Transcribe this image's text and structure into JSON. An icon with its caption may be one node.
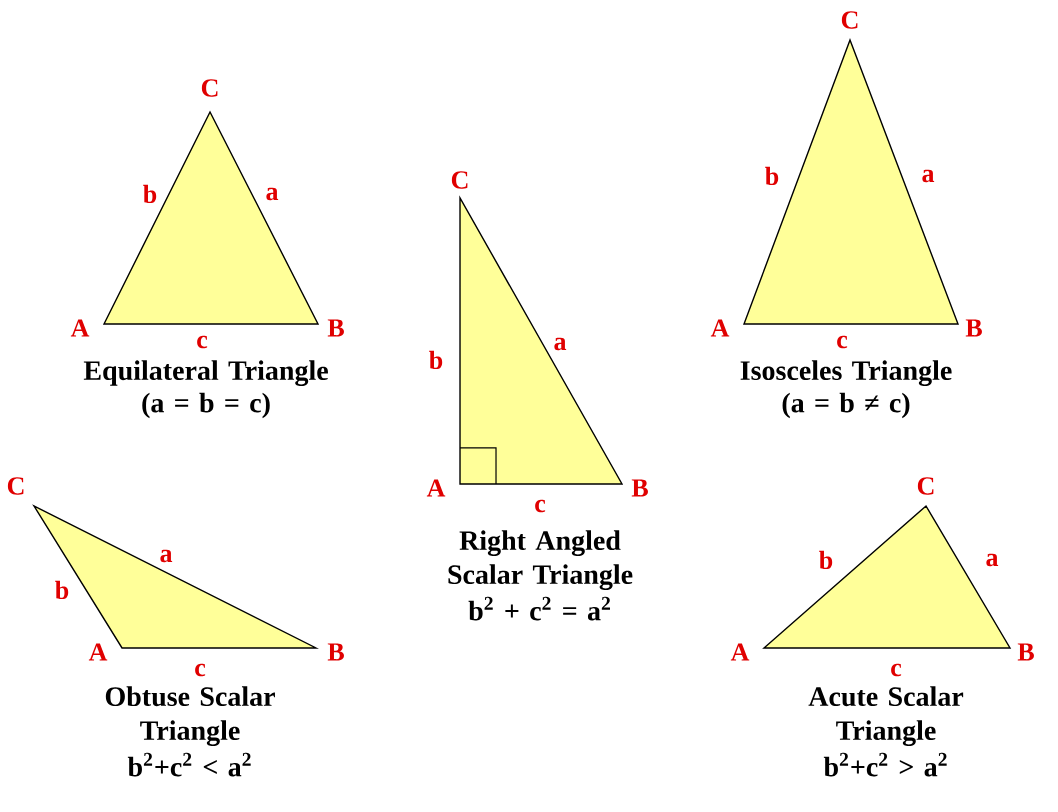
{
  "diagram": {
    "nodes": [
      {
        "text": [
          "C",
          "b",
          "a",
          "A",
          "c",
          "B"
        ],
        "beside": [
          "Equilateral Triangle",
          "(a = b = c)"
        ]
      },
      {
        "text": [
          "C",
          "b",
          "a",
          "A",
          "c",
          "B"
        ],
        "beside": [
          "Right Angled Scalar Triangle",
          "b$^{2}$ + c$^{2}$ = a$^{2}$"
        ]
      },
      {
        "text": [
          "C",
          "b",
          "a",
          "A",
          "c",
          "B"
        ],
        "beside": [
          "Isosceles  Triangle",
          "(a = b ≠ c)"
        ]
      },
      {
        "text": [
          "C",
          "b",
          "a",
          "A",
          "c",
          "B"
        ],
        "beside": [
          "Obtuse Scalar Triangle",
          "b$^{2}$+c$^{2}$ < a$^{2}$"
        ]
      },
      {
        "text": [
          "C",
          "b",
          "a",
          "A",
          "c",
          "B"
        ],
        "beside": [
          "Acute Scalar Triangle",
          "b$^{2}$+c$^{2}$ > a$^{2}$"
        ]
      }
    ]
  }
}
